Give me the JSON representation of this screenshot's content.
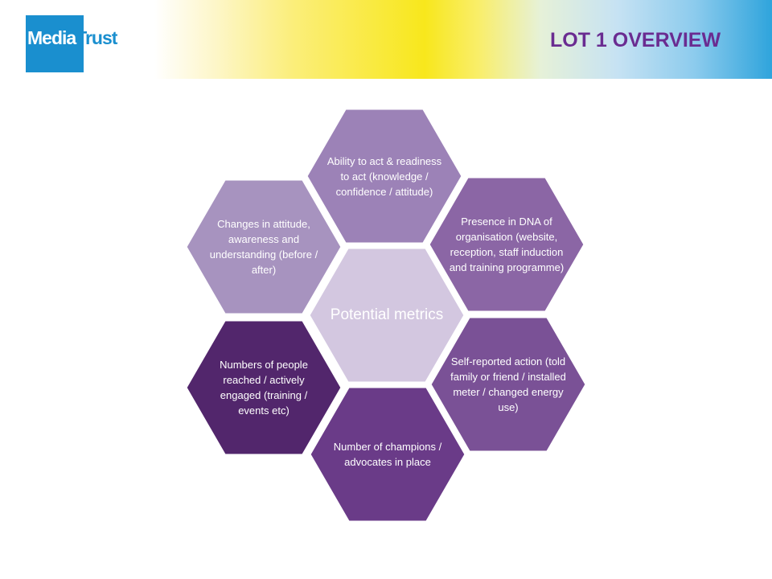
{
  "brand": {
    "logo_part1": "Media",
    "logo_part2": "Trust"
  },
  "header": {
    "title": "LOT 1 OVERVIEW"
  },
  "diagram": {
    "center": "Potential metrics",
    "cells": [
      {
        "id": "top",
        "text": "Ability to act & readiness to act (knowledge / confidence / attitude)",
        "color": "#9c82b7"
      },
      {
        "id": "upper-right",
        "text": "Presence in DNA of organisation (website, reception, staff induction and training programme)",
        "color": "#8b66a5"
      },
      {
        "id": "lower-right",
        "text": "Self-reported action (told family or friend / installed meter / changed energy use)",
        "color": "#7a5196"
      },
      {
        "id": "bottom",
        "text": "Number of champions / advocates in place",
        "color": "#6a3b88"
      },
      {
        "id": "lower-left",
        "text": "Numbers of people reached / actively engaged  (training / events  etc)",
        "color": "#52266c"
      },
      {
        "id": "upper-left",
        "text": "Changes in attitude, awareness and understanding  (before / after)",
        "color": "#a793bf"
      }
    ],
    "center_color": "#d3c7e0"
  }
}
